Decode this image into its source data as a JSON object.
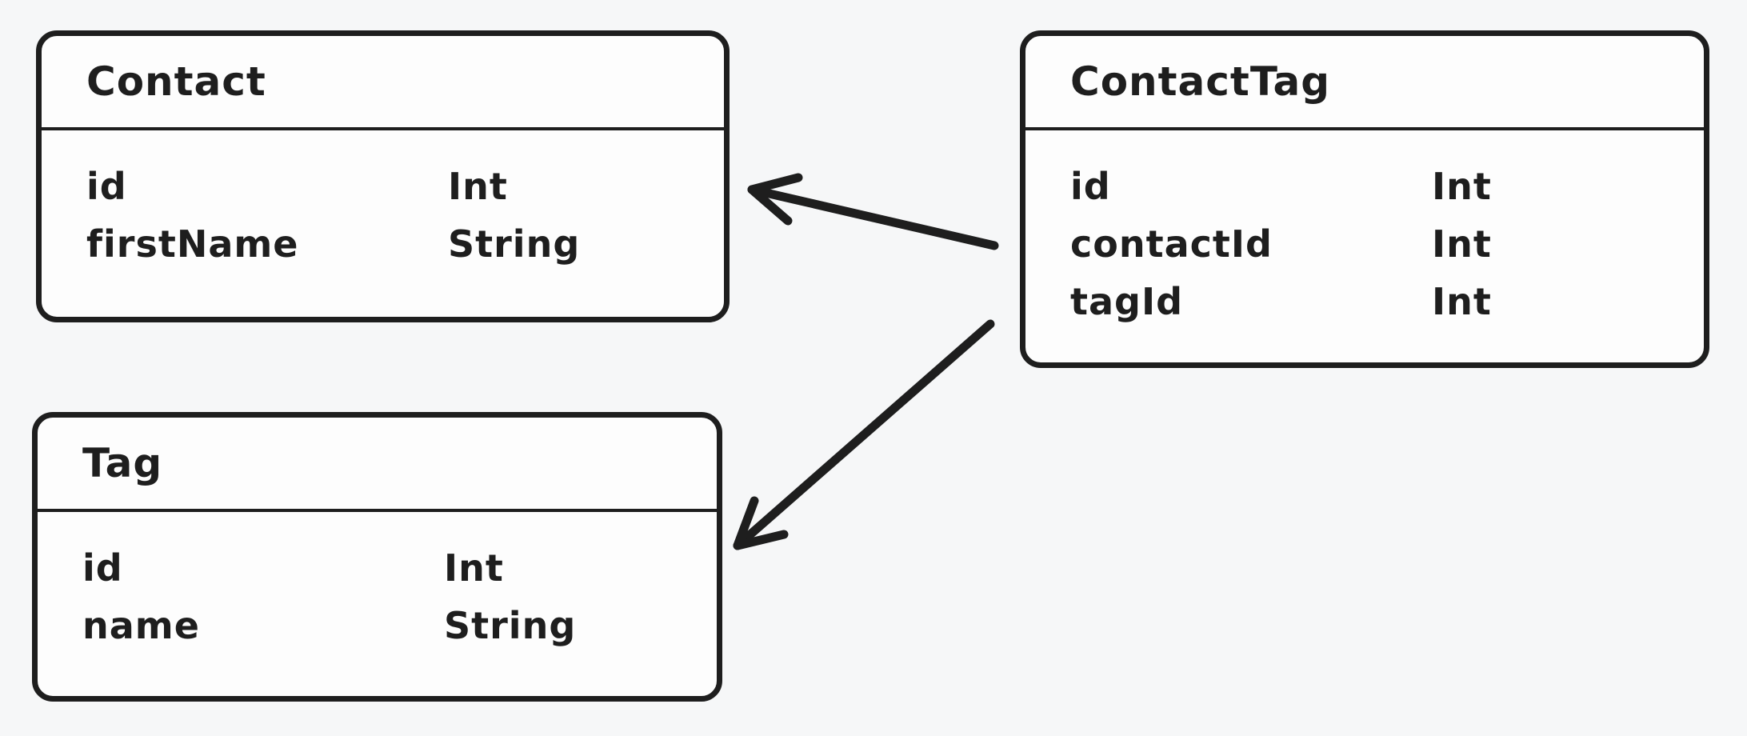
{
  "diagram": {
    "style": {
      "canvas_background": "#f6f7f8",
      "shape_fill": "#fdfdfd",
      "stroke_color": "#1e1e1e"
    },
    "entities": [
      {
        "title": "Contact",
        "fields": [
          {
            "name": "id",
            "type": "Int"
          },
          {
            "name": "firstName",
            "type": "String"
          }
        ]
      },
      {
        "title": "ContactTag",
        "fields": [
          {
            "name": "id",
            "type": "Int"
          },
          {
            "name": "contactId",
            "type": "Int"
          },
          {
            "name": "tagId",
            "type": "Int"
          }
        ]
      },
      {
        "title": "Tag",
        "fields": [
          {
            "name": "id",
            "type": "Int"
          },
          {
            "name": "name",
            "type": "String"
          }
        ]
      }
    ],
    "relations": [
      {
        "from": "ContactTag",
        "to": "Contact"
      },
      {
        "from": "ContactTag",
        "to": "Tag"
      }
    ]
  }
}
